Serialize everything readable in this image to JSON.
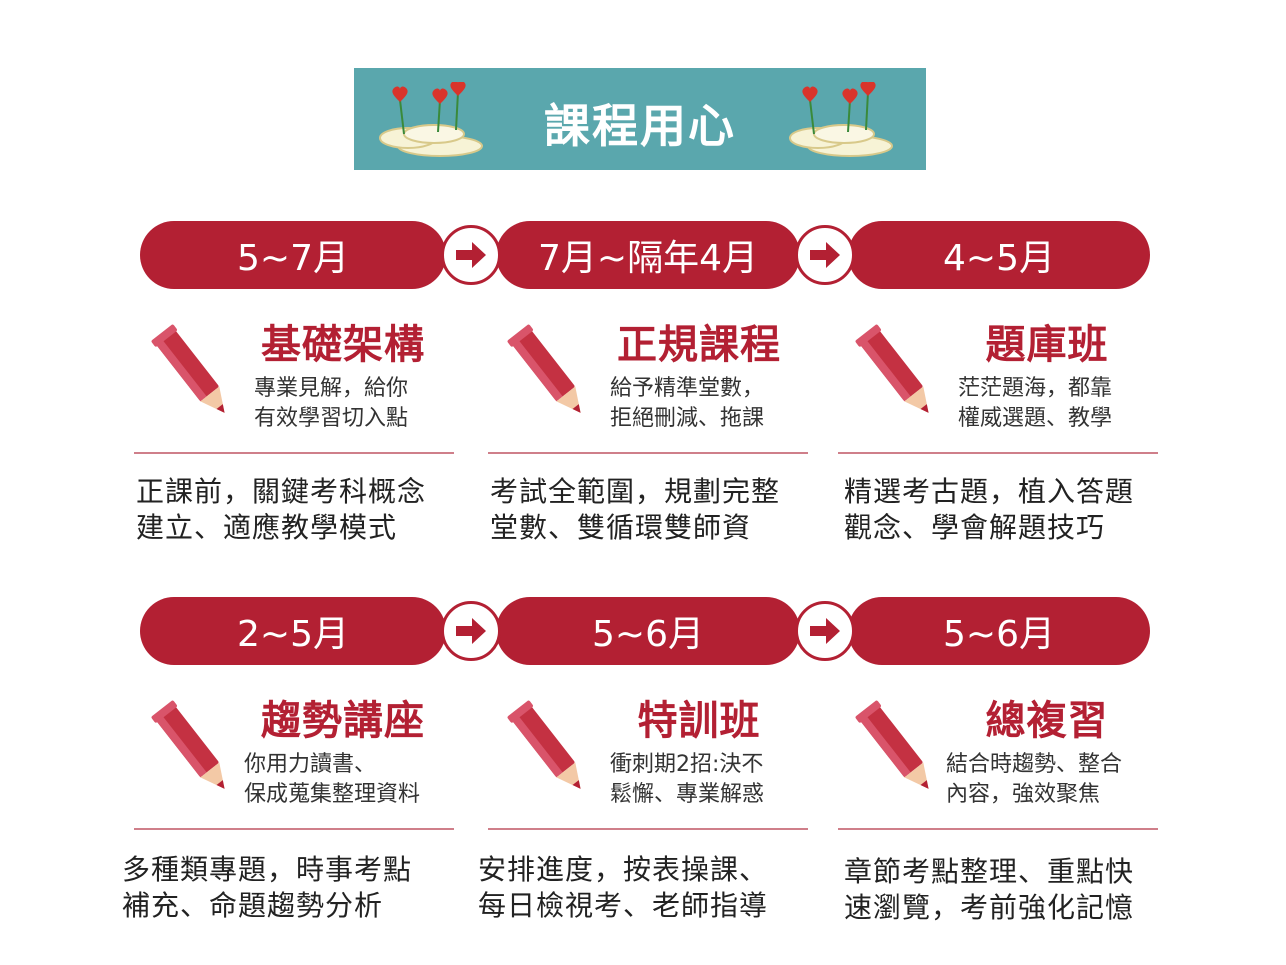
{
  "title": "課程用心",
  "colors": {
    "accent": "#b32033",
    "banner": "#5aa7ad"
  },
  "rows": [
    {
      "stages": [
        {
          "period": "5~7月",
          "name": "基礎架構",
          "sub": [
            "專業見解，給你",
            "有效學習切入點"
          ],
          "desc": [
            "正課前，關鍵考科概念",
            "建立、適應教學模式"
          ]
        },
        {
          "period": "7月~隔年4月",
          "name": "正規課程",
          "sub": [
            "給予精準堂數，",
            "拒絕刪減、拖課"
          ],
          "desc": [
            "考試全範圍，規劃完整",
            "堂數、雙循環雙師資"
          ]
        },
        {
          "period": "4~5月",
          "name": "題庫班",
          "sub": [
            "茫茫題海，都靠",
            "權威選題、教學"
          ],
          "desc": [
            "精選考古題，植入答題",
            "觀念、學會解題技巧"
          ]
        }
      ]
    },
    {
      "stages": [
        {
          "period": "2~5月",
          "name": "趨勢講座",
          "sub": [
            "你用力讀書、",
            "保成蒐集整理資料"
          ],
          "desc": [
            "多種類專題，時事考點",
            "補充、命題趨勢分析"
          ]
        },
        {
          "period": "5~6月",
          "name": "特訓班",
          "sub": [
            "衝刺期2招:決不",
            "鬆懈、專業解惑"
          ],
          "desc": [
            "安排進度，按表操課、",
            "每日檢視考、老師指導"
          ]
        },
        {
          "period": "5~6月",
          "name": "總複習",
          "sub": [
            "結合時趨勢、整合",
            "內容，強效聚焦"
          ],
          "desc": [
            "章節考點整理、重點快",
            "速瀏覽，考前強化記憶"
          ]
        }
      ]
    }
  ],
  "icons": {
    "arrow": "right-arrow-icon",
    "pencil": "pencil-icon",
    "decoration": "hearts-on-cloud-icon"
  }
}
